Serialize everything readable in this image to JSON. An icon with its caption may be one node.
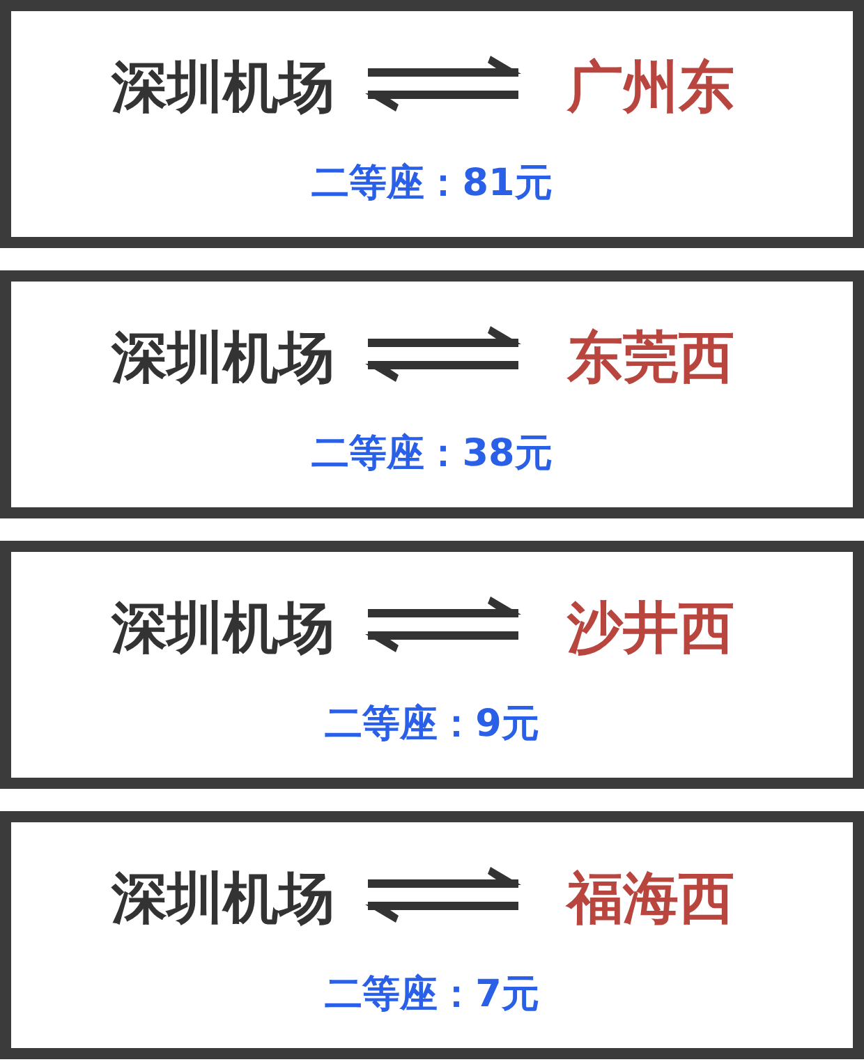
{
  "diagram": {
    "nodes": [
      {
        "text": [
          "二等座：81元"
        ]
      },
      {
        "text": [
          "深圳机场"
        ],
        "in": 0
      },
      {
        "text": [
          "广州东"
        ],
        "in": 0
      },
      {
        "text": [
          "二等座：38元"
        ]
      },
      {
        "text": [
          "深圳机场"
        ],
        "in": 3
      },
      {
        "text": [
          "东莞西"
        ],
        "in": 3
      },
      {
        "text": [
          "二等座：9元"
        ]
      },
      {
        "text": [
          "深圳机场"
        ],
        "in": 6
      },
      {
        "text": [
          "沙井西"
        ],
        "in": 6
      },
      {
        "text": [
          "二等座：7元"
        ]
      },
      {
        "text": [
          "深圳机场"
        ],
        "in": 9
      },
      {
        "text": [
          "福海西"
        ],
        "in": 9
      }
    ],
    "edges": [
      {
        "from": 1,
        "to": 2,
        "arrow": "to"
      },
      {
        "from": 2,
        "to": 1,
        "arrow": "to"
      },
      {
        "from": 4,
        "to": 5,
        "arrow": "to"
      },
      {
        "from": 5,
        "to": 4,
        "arrow": "to"
      },
      {
        "from": 7,
        "to": 8,
        "arrow": "to"
      },
      {
        "from": 8,
        "to": 7,
        "arrow": "to"
      },
      {
        "from": 10,
        "to": 11,
        "arrow": "to"
      },
      {
        "from": 11,
        "to": 10,
        "arrow": "to"
      }
    ]
  }
}
